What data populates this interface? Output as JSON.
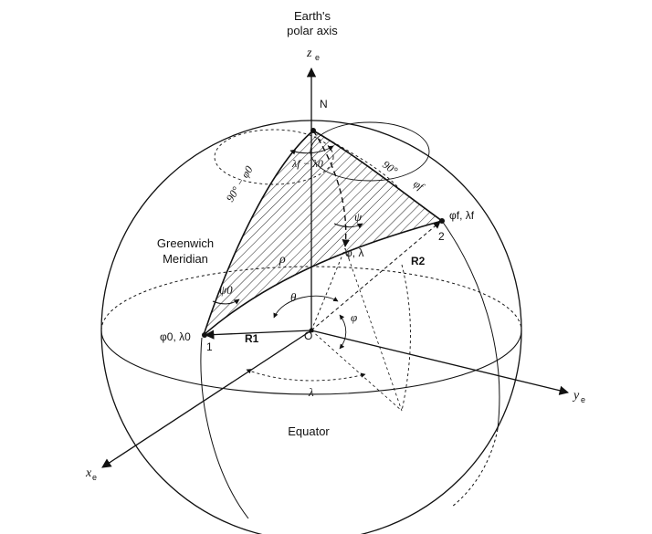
{
  "labels": {
    "axis_title_line1": "Earth's",
    "axis_title_line2": "polar axis",
    "z_axis": "z",
    "z_sub": "e",
    "y_axis": "y",
    "y_sub": "e",
    "x_axis": "x",
    "x_sub": "e",
    "north": "N",
    "origin": "O",
    "greenwich_line1": "Greenwich",
    "greenwich_line2": "Meridian",
    "equator": "Equator",
    "point1_coords": "φ0, λ0",
    "point1_num": "1",
    "point2_coords": "φf, λf",
    "point2_num": "2",
    "mid_coords": "φ, λ",
    "r1": "R1",
    "r2": "R2",
    "rho": "ρ",
    "theta": "θ",
    "phi": "φ",
    "lambda": "λ",
    "psi": "ψ",
    "psi0": "ψ0",
    "dlambda": "λf − λ0",
    "colat0": "90° − φ0",
    "colatf_a": "90°",
    "colatf_b": "φf"
  }
}
